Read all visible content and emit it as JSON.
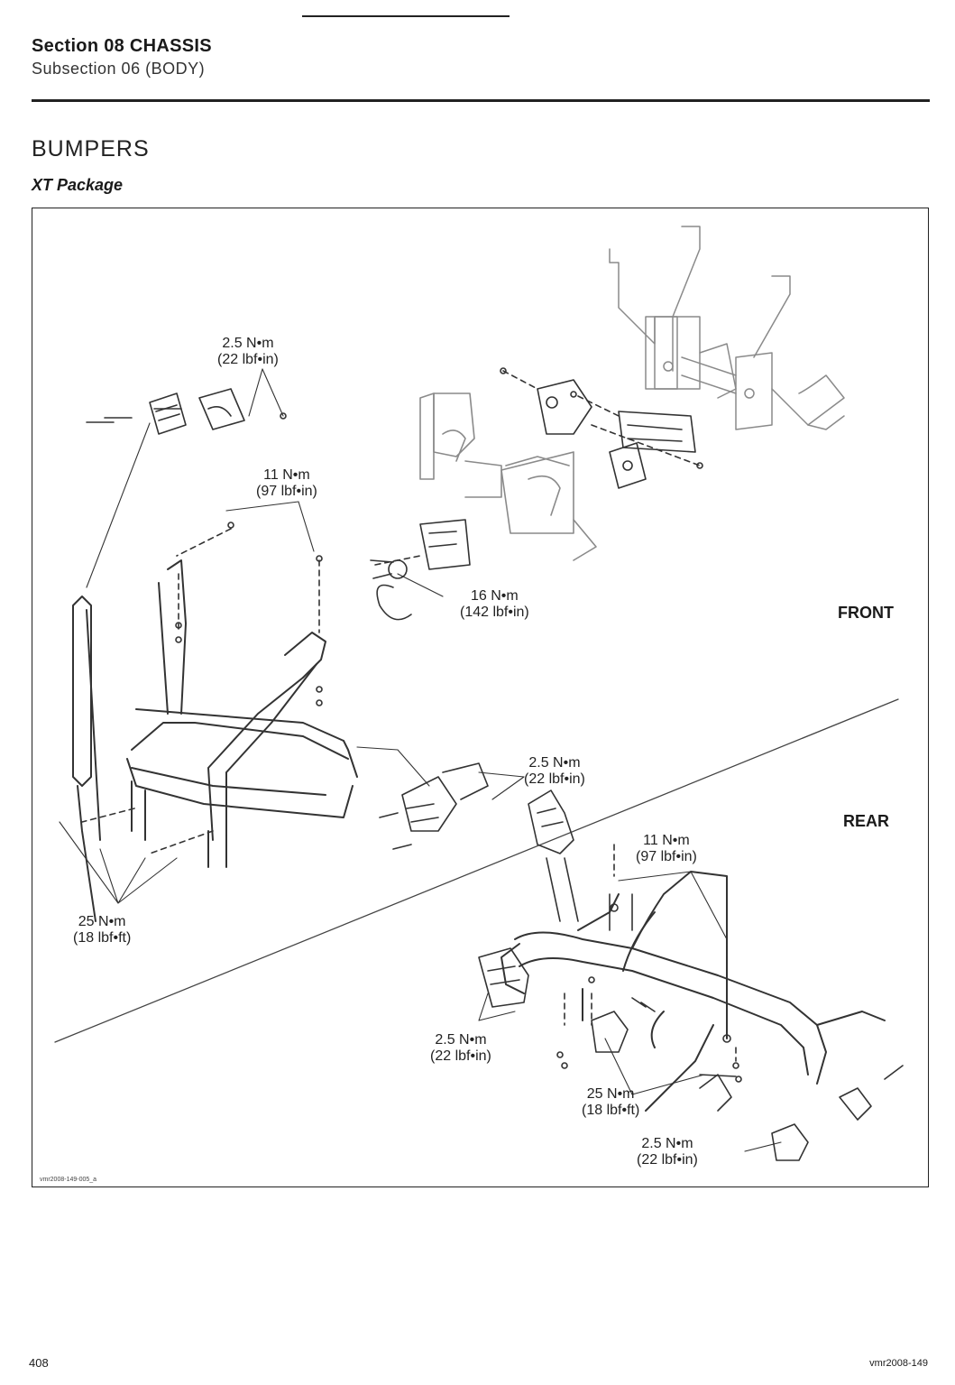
{
  "header": {
    "section": "Section 08 CHASSIS",
    "subsection": "Subsection 06 (BODY)"
  },
  "page": {
    "heading": "BUMPERS",
    "subheading": "XT Package"
  },
  "figure": {
    "zones": {
      "front": "FRONT",
      "rear": "REAR"
    },
    "torque_labels": [
      {
        "metric": "2.5 N•m",
        "imperial": "(22 lbf•in)"
      },
      {
        "metric": "11 N•m",
        "imperial": "(97 lbf•in)"
      },
      {
        "metric": "16 N•m",
        "imperial": "(142 lbf•in)"
      },
      {
        "metric": "2.5 N•m",
        "imperial": "(22 lbf•in)"
      },
      {
        "metric": "11 N•m",
        "imperial": "(97 lbf•in)"
      },
      {
        "metric": "25 N•m",
        "imperial": "(18 lbf•ft)"
      },
      {
        "metric": "2.5 N•m",
        "imperial": "(22 lbf•in)"
      },
      {
        "metric": "25 N•m",
        "imperial": "(18 lbf•ft)"
      },
      {
        "metric": "2.5 N•m",
        "imperial": "(22 lbf•in)"
      }
    ],
    "figure_id": "vmr2008-149-005_a"
  },
  "footer": {
    "page_number": "408",
    "doc_code": "vmr2008-149"
  }
}
